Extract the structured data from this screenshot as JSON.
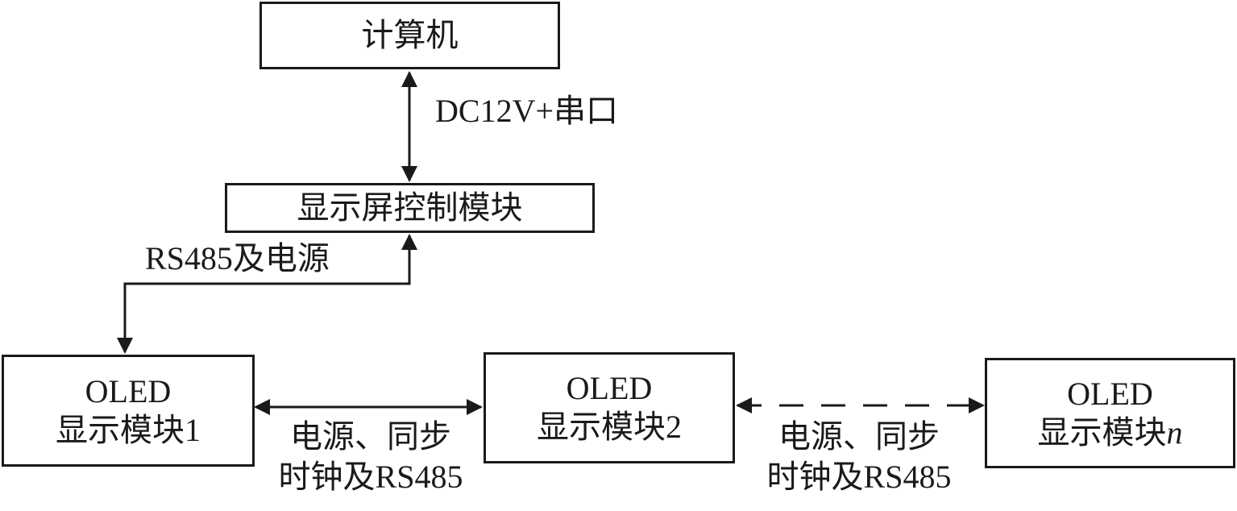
{
  "nodes": {
    "computer": {
      "label": "计算机"
    },
    "controller": {
      "label": "显示屏控制模块"
    },
    "oled1": {
      "line1": "OLED",
      "line2": "显示模块1"
    },
    "oled2": {
      "line1": "OLED",
      "line2": "显示模块2"
    },
    "oledn": {
      "line1": "OLED",
      "line2_prefix": "显示模块",
      "line2_index": "n"
    }
  },
  "edges": {
    "computer_controller": "DC12V+串口",
    "controller_oled1": "RS485及电源",
    "oled1_oled2": {
      "line1": "电源、同步",
      "line2": "时钟及RS485"
    },
    "oled2_oledn": {
      "line1": "电源、同步",
      "line2": "时钟及RS485"
    }
  },
  "colors": {
    "stroke": "#1a1a1a",
    "background": "#ffffff"
  }
}
